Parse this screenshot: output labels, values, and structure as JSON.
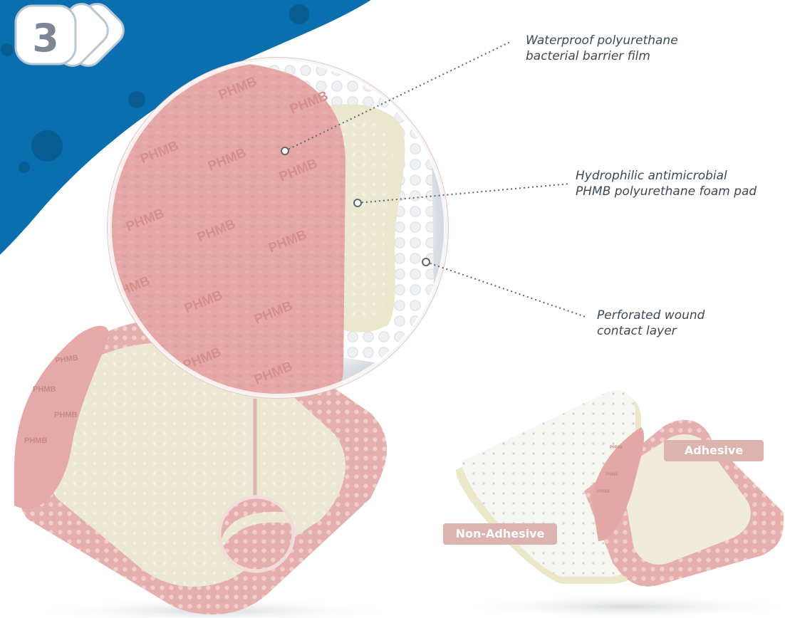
{
  "step": {
    "number": "3"
  },
  "callouts": {
    "film": [
      "Waterproof polyurethane",
      "bacterial barrier film"
    ],
    "foam": [
      "Hydrophilic antimicrobial",
      "PHMB polyurethane foam pad"
    ],
    "contact": [
      "Perforated wound",
      "contact layer"
    ]
  },
  "tags": {
    "adhesive": "Adhesive",
    "non_adhesive": "Non-Adhesive"
  },
  "watermark": "PHMB",
  "colors": {
    "blue": "#0a6fae",
    "pink": "#e2aaa9",
    "pink_dark": "#d39793",
    "foam": "#ece9d4",
    "tag": "#dcb3ae",
    "text": "#3d4a55"
  }
}
